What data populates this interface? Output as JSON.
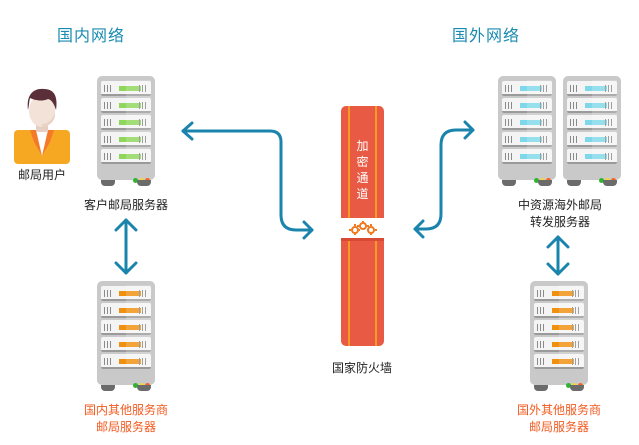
{
  "sections": {
    "domestic_title": "国内网络",
    "foreign_title": "国外网络"
  },
  "nodes": {
    "user": {
      "label": "邮局用户",
      "icon": "person-icon"
    },
    "client_server": {
      "label": "客户邮局服务器",
      "indicator_color": "#8fd65a"
    },
    "domestic_other": {
      "label_line1": "国内其他服务商",
      "label_line2": "邮局服务器",
      "indicator_color": "#f0900f"
    },
    "firewall": {
      "label": "国家防火墙",
      "tunnel_label": "加密通道",
      "gear_icon": "gears-icon"
    },
    "relay_servers": {
      "label_line1": "中资源海外邮局",
      "label_line2": "转发服务器",
      "indicator_color": "#7fd8ea"
    },
    "foreign_other": {
      "label_line1": "国外其他服务商",
      "label_line2": "邮局服务器",
      "indicator_color": "#f0900f"
    }
  },
  "colors": {
    "arrow": "#1a84ad",
    "title": "#1a8bb0",
    "firewall_red": "#e95a44",
    "firewall_stripe": "#f59a23",
    "orange_label": "#f25a1f",
    "light_green": "#2db52d",
    "light_yellow": "#f6d43a",
    "light_orange": "#f5631c"
  },
  "connections": [
    {
      "from": "client_server",
      "to": "firewall",
      "type": "bidirectional"
    },
    {
      "from": "firewall",
      "to": "relay_servers",
      "type": "bidirectional"
    },
    {
      "from": "client_server",
      "to": "domestic_other",
      "type": "bidirectional"
    },
    {
      "from": "relay_servers",
      "to": "foreign_other",
      "type": "bidirectional"
    }
  ]
}
